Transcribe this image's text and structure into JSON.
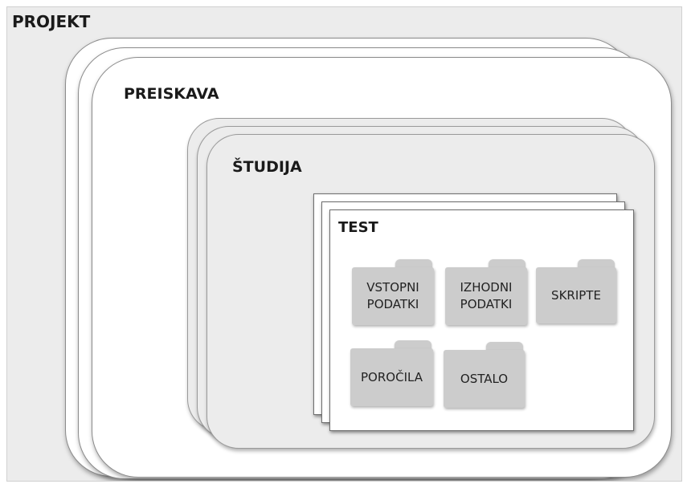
{
  "diagram": {
    "project_label": "PROJEKT",
    "investigation_label": "PREISKAVA",
    "study_label": "ŠTUDIJA",
    "test_label": "TEST",
    "folders": {
      "input": "VSTOPNI\nPODATKI",
      "output": "IZHODNI\nPODATKI",
      "scripts": "SKRIPTE",
      "reports": "POROČILA",
      "other": "OSTALO"
    }
  }
}
